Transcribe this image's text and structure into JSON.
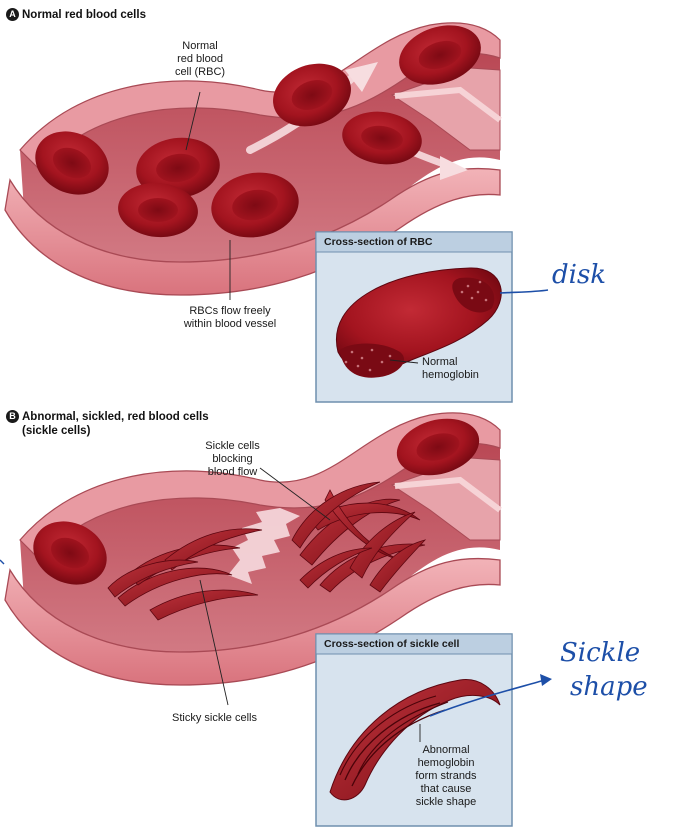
{
  "panel_a": {
    "badge": "A",
    "title": "Normal red blood cells",
    "label_rbc": [
      "Normal",
      "red blood",
      "cell (RBC)"
    ],
    "label_flow": [
      "RBCs flow freely",
      "within blood vessel"
    ],
    "inset_title": "Cross-section of RBC",
    "inset_label": [
      "Normal",
      "hemoglobin"
    ],
    "annotation": "disk"
  },
  "panel_b": {
    "badge": "B",
    "title": [
      "Abnormal, sickled, red blood cells",
      "(sickle cells)"
    ],
    "label_blocking": [
      "Sickle cells",
      "blocking",
      "blood flow"
    ],
    "label_sticky": "Sticky sickle cells",
    "inset_title": "Cross-section of sickle cell",
    "inset_label": [
      "Abnormal",
      "hemoglobin",
      "form strands",
      "that cause",
      "sickle shape"
    ],
    "annotation": [
      "Sickle",
      "shape"
    ]
  },
  "colors": {
    "vessel_outer": "#e08a93",
    "vessel_inner": "#c7515e",
    "rbc": "#a3141f",
    "rbc_dark": "#6e0710",
    "inset_bg": "#d7e3ee",
    "pen": "#1d4fa8"
  }
}
